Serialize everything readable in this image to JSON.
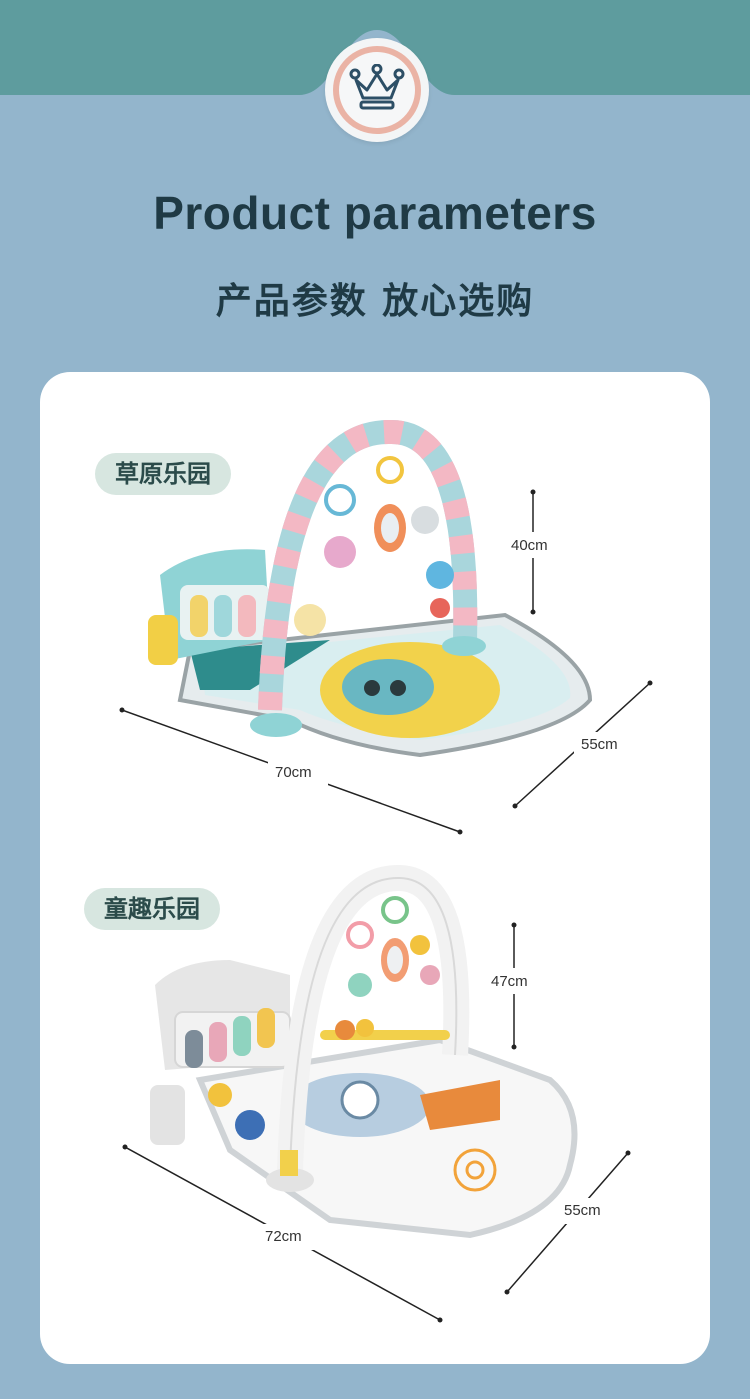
{
  "header": {
    "title_en": "Product parameters",
    "title_cn": "产品参数 放心选购",
    "badge_icon": "crown-icon"
  },
  "colors": {
    "background": "#93b5cc",
    "header_band": "#5e9c9e",
    "card": "#ffffff",
    "tag_bg": "#d7e6e0",
    "title_text": "#1f3a45"
  },
  "products": [
    {
      "name": "草原乐园",
      "height": "40cm",
      "length": "70cm",
      "width": "55cm"
    },
    {
      "name": "童趣乐园",
      "height": "47cm",
      "length": "72cm",
      "width": "55cm"
    }
  ]
}
